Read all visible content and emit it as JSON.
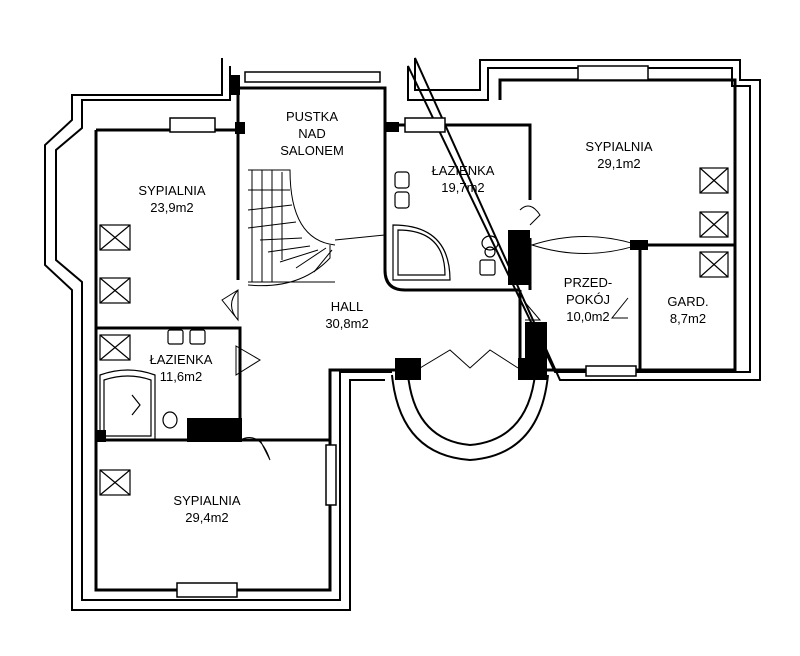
{
  "rooms": {
    "bedroom_top_left": {
      "name": "SYPIALNIA",
      "area": "23,9m2"
    },
    "void": {
      "line1": "PUSTKA",
      "line2": "NAD",
      "line3": "SALONEM"
    },
    "bathroom_top": {
      "name": "ŁAZIENKA",
      "area": "19,7m2"
    },
    "bedroom_top_right": {
      "name": "SYPIALNIA",
      "area": "29,1m2"
    },
    "hall": {
      "name": "HALL",
      "area": "30,8m2"
    },
    "anteroom": {
      "line1": "PRZED-",
      "line2": "POKÓJ",
      "area": "10,0m2"
    },
    "wardrobe": {
      "name": "GARD.",
      "area": "8,7m2"
    },
    "bathroom_left": {
      "name": "ŁAZIENKA",
      "area": "11,6m2"
    },
    "bedroom_bottom": {
      "name": "SYPIALNIA",
      "area": "29,4m2"
    }
  }
}
